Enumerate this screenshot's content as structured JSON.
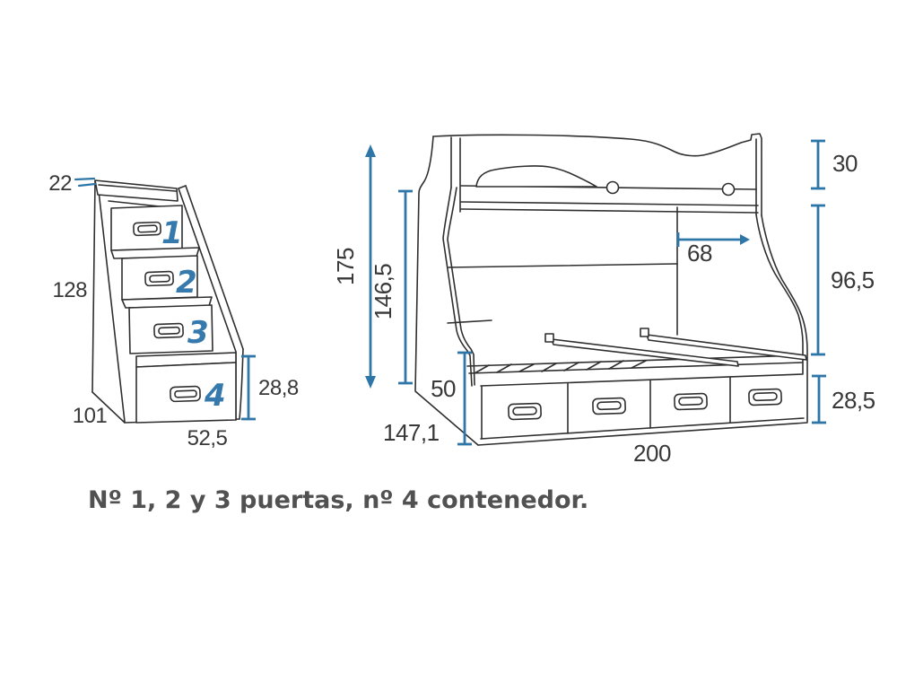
{
  "colors": {
    "background": "#ffffff",
    "line_art": "#2f2f2f",
    "dimension_line": "#2f76a8",
    "dimension_text": "#383838",
    "drawer_number": "#3579ad",
    "note_text": "#515151"
  },
  "stairs": {
    "drawer_numbers": [
      "1",
      "2",
      "3",
      "4"
    ],
    "dims": {
      "top_thickness": "22",
      "height": "128",
      "depth": "101",
      "width": "52,5",
      "bottom_drawer_height": "28,8"
    }
  },
  "bed": {
    "dims": {
      "total_height": "175",
      "side_height": "146,5",
      "top_guard_height": "30",
      "opening_width": "68",
      "clearance_height": "96,5",
      "base_height": "50",
      "drawer_height": "28,5",
      "depth": "147,1",
      "width": "200"
    }
  },
  "note": {
    "text": "Nº 1, 2 y 3 puertas, nº 4 contenedor."
  }
}
